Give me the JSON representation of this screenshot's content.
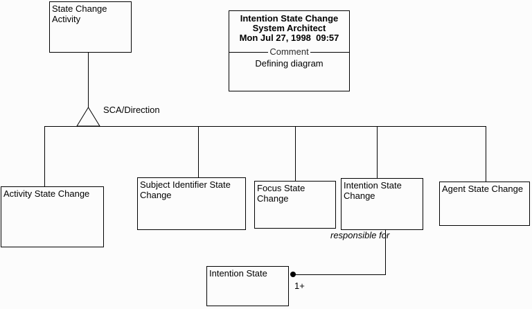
{
  "diagram": {
    "background_color": "#fcfcfc",
    "line_color": "#000000",
    "root_box": {
      "label": "State Change Activity"
    },
    "title_box": {
      "title": "Intention State Change",
      "author": "System Architect",
      "timestamp": "Mon Jul 27, 1998  09:57",
      "separator_label": "Comment",
      "comment": "Defining diagram"
    },
    "branch_label": "SCA/Direction",
    "children": [
      {
        "label": "Activity State Change"
      },
      {
        "label": "Subject Identifier State Change"
      },
      {
        "label": "Focus State Change"
      },
      {
        "label": "Intention State Change"
      },
      {
        "label": "Agent State Change"
      }
    ],
    "relation": {
      "label": "responsible for",
      "cardinality": "1+",
      "target_box": {
        "label": "Intention State"
      }
    }
  }
}
